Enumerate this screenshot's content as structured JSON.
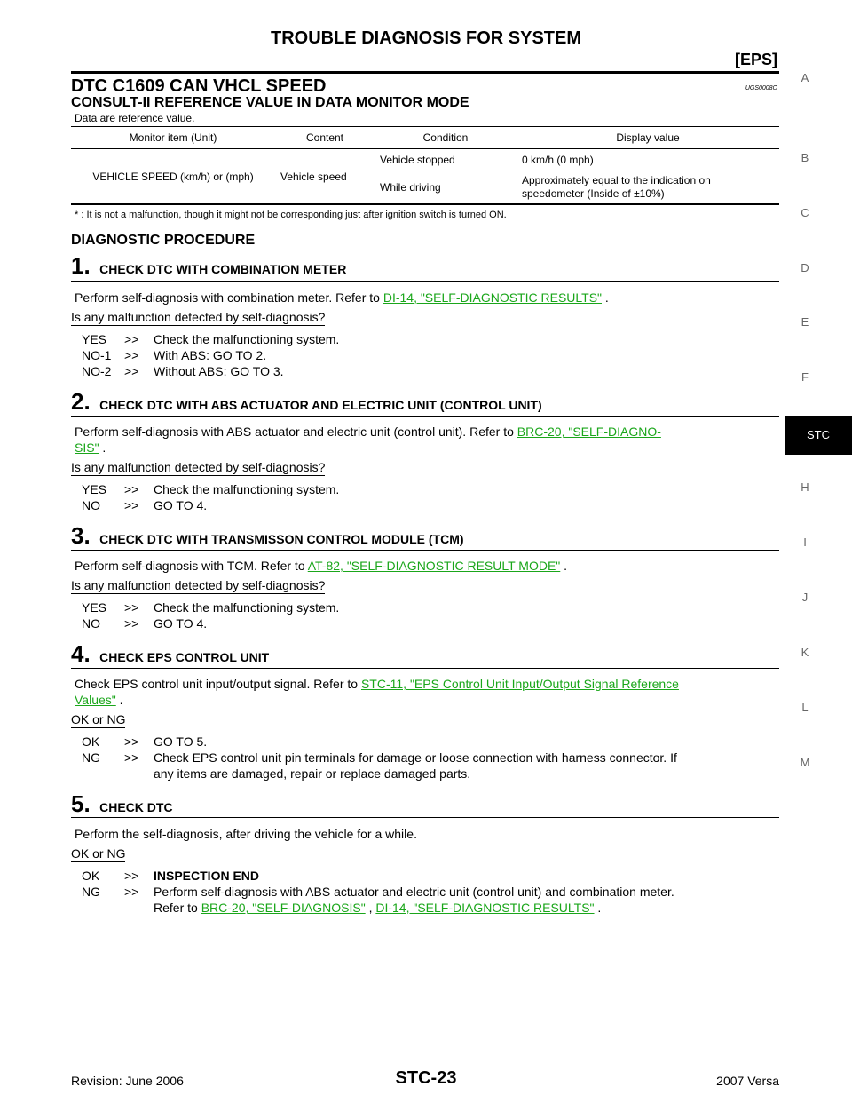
{
  "header": {
    "title": "TROUBLE DIAGNOSIS FOR SYSTEM",
    "section": "[EPS]"
  },
  "dtc": {
    "heading": "DTC C1609 CAN VHCL SPEED",
    "ref_code": "UGS0008O",
    "subheading": "CONSULT-II REFERENCE VALUE IN DATA MONITOR MODE",
    "note": "Data are reference value."
  },
  "table": {
    "headers": [
      "Monitor item (Unit)",
      "Content",
      "Condition",
      "Display value"
    ],
    "item": "VEHICLE SPEED (km/h) or (mph)",
    "content": "Vehicle speed",
    "rows": [
      {
        "condition": "Vehicle stopped",
        "display": "0 km/h (0 mph)"
      },
      {
        "condition": "While driving",
        "display_line1": "Approximately equal to the indication on",
        "display_line2": "speedometer (Inside of ±10%)"
      }
    ],
    "footnote": "* : It is not a malfunction, though it might not be corresponding just after ignition switch is turned ON."
  },
  "procedure": {
    "title": "DIAGNOSTIC PROCEDURE",
    "steps": [
      {
        "num": "1.",
        "title": "CHECK DTC WITH COMBINATION METER",
        "text": "Perform self-diagnosis with combination meter. Refer to",
        "link": "DI-14, \"SELF-DIAGNOSTIC RESULTS\"",
        "after": " .",
        "question": "Is any malfunction detected by self-diagnosis?",
        "options": [
          {
            "key": "YES",
            "text": "Check the malfunctioning system."
          },
          {
            "key": "NO-1",
            "text": "With ABS: GO TO 2."
          },
          {
            "key": "NO-2",
            "text": "Without ABS: GO TO 3."
          }
        ]
      },
      {
        "num": "2.",
        "title": "CHECK DTC WITH ABS ACTUATOR AND ELECTRIC UNIT (CONTROL UNIT)",
        "text": "Perform self-diagnosis with ABS actuator and electric unit (control unit). Refer to",
        "link_part1": "BRC-20, \"SELF-DIAGNO-",
        "link_part2": "SIS\"",
        "after": " .",
        "question": "Is any malfunction detected by self-diagnosis?",
        "options": [
          {
            "key": "YES",
            "text": "Check the malfunctioning system."
          },
          {
            "key": "NO",
            "text": "GO TO 4."
          }
        ]
      },
      {
        "num": "3.",
        "title": "CHECK DTC WITH TRANSMISSON CONTROL MODULE (TCM)",
        "text": "Perform self-diagnosis with TCM. Refer to",
        "link": "AT-82, \"SELF-DIAGNOSTIC RESULT MODE\"",
        "after": " .",
        "question": "Is any malfunction detected by self-diagnosis?",
        "options": [
          {
            "key": "YES",
            "text": "Check the malfunctioning system."
          },
          {
            "key": "NO",
            "text": "GO TO 4."
          }
        ]
      },
      {
        "num": "4.",
        "title": "CHECK EPS CONTROL UNIT",
        "text": "Check EPS control unit input/output signal. Refer to",
        "link_part1": "STC-11, \"EPS Control Unit Input/Output Signal Reference",
        "link_part2": "Values\"",
        "after": " .",
        "question": "OK or NG",
        "options": [
          {
            "key": "OK",
            "text": "GO TO 5."
          },
          {
            "key": "NG",
            "text_line1": "Check EPS control unit pin terminals for damage or loose connection with harness connector. If",
            "text_line2": "any items are damaged, repair or replace damaged parts."
          }
        ]
      },
      {
        "num": "5.",
        "title": "CHECK DTC",
        "text": "Perform the self-diagnosis, after driving the vehicle for a while.",
        "question": "OK or NG",
        "options": [
          {
            "key": "OK",
            "text": "INSPECTION END"
          },
          {
            "key": "NG",
            "text_line1": "Perform self-diagnosis with ABS actuator and electric unit (control unit) and combination meter.",
            "text_line2_prefix": "Refer to",
            "link1": "BRC-20, \"SELF-DIAGNOSIS\"",
            "sep": " , ",
            "link2": "DI-14, \"SELF-DIAGNOSTIC RESULTS\"",
            "after": " ."
          }
        ]
      }
    ],
    "arrow": ">>"
  },
  "sidebar": {
    "letters": [
      "A",
      "B",
      "C",
      "D",
      "E",
      "F",
      "H",
      "I",
      "J",
      "K",
      "L",
      "M"
    ],
    "active": "STC"
  },
  "footer": {
    "revision": "Revision: June 2006",
    "page": "STC-23",
    "model": "2007 Versa"
  }
}
